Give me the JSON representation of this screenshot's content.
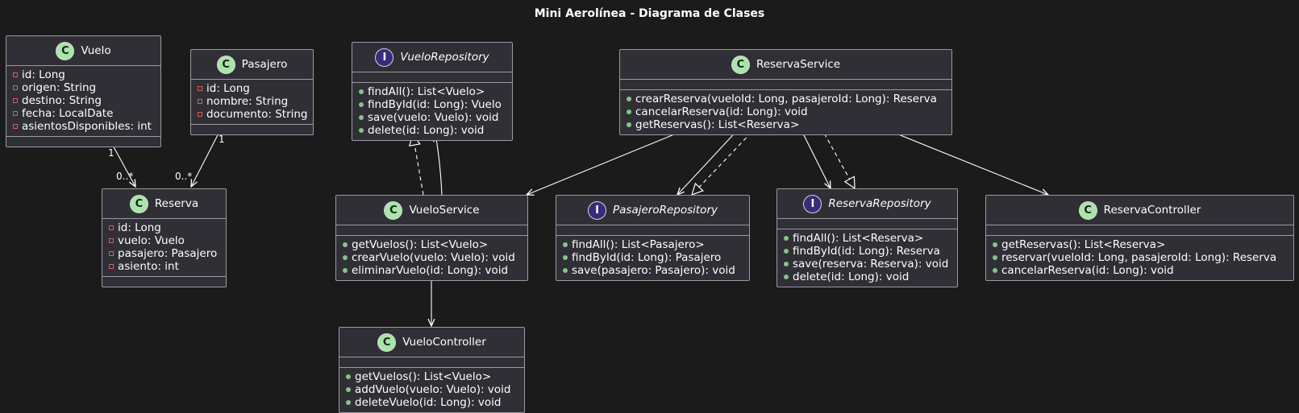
{
  "title": "Mini Aerolínea - Diagrama de Clases",
  "classes": {
    "vuelo": {
      "name": "Vuelo",
      "kind": "class",
      "fields": [
        "id: Long",
        "origen: String",
        "destino: String",
        "fecha: LocalDate",
        "asientosDisponibles: int"
      ],
      "methods": []
    },
    "pasajero": {
      "name": "Pasajero",
      "kind": "class",
      "fields": [
        "id: Long",
        "nombre: String",
        "documento: String"
      ],
      "methods": []
    },
    "reserva": {
      "name": "Reserva",
      "kind": "class",
      "fields": [
        "id: Long",
        "vuelo: Vuelo",
        "pasajero: Pasajero",
        "asiento: int"
      ],
      "methods": []
    },
    "vueloRepository": {
      "name": "VueloRepository",
      "kind": "interface",
      "fields": [],
      "methods": [
        "findAll(): List<Vuelo>",
        "findById(id: Long): Vuelo",
        "save(vuelo: Vuelo): void",
        "delete(id: Long): void"
      ]
    },
    "reservaService": {
      "name": "ReservaService",
      "kind": "class",
      "fields": [],
      "methods": [
        "crearReserva(vueloId: Long, pasajeroId: Long): Reserva",
        "cancelarReserva(id: Long): void",
        "getReservas(): List<Reserva>"
      ]
    },
    "vueloService": {
      "name": "VueloService",
      "kind": "class",
      "fields": [],
      "methods": [
        "getVuelos(): List<Vuelo>",
        "crearVuelo(vuelo: Vuelo): void",
        "eliminarVuelo(id: Long): void"
      ]
    },
    "pasajeroRepository": {
      "name": "PasajeroRepository",
      "kind": "interface",
      "fields": [],
      "methods": [
        "findAll(): List<Pasajero>",
        "findById(id: Long): Pasajero",
        "save(pasajero: Pasajero): void"
      ]
    },
    "reservaRepository": {
      "name": "ReservaRepository",
      "kind": "interface",
      "fields": [],
      "methods": [
        "findAll(): List<Reserva>",
        "findById(id: Long): Reserva",
        "save(reserva: Reserva): void",
        "delete(id: Long): void"
      ]
    },
    "reservaController": {
      "name": "ReservaController",
      "kind": "class",
      "fields": [],
      "methods": [
        "getReservas(): List<Reserva>",
        "reservar(vueloId: Long, pasajeroId: Long): Reserva",
        "cancelarReserva(id: Long): void"
      ]
    },
    "vueloController": {
      "name": "VueloController",
      "kind": "class",
      "fields": [],
      "methods": [
        "getVuelos(): List<Vuelo>",
        "addVuelo(vuelo: Vuelo): void",
        "deleteVuelo(id: Long): void"
      ]
    }
  },
  "relations": [
    {
      "from": "Vuelo",
      "to": "Reserva",
      "type": "association",
      "from_mult": "1",
      "to_mult": "0..*"
    },
    {
      "from": "Pasajero",
      "to": "Reserva",
      "type": "association",
      "from_mult": "1",
      "to_mult": "0..*"
    },
    {
      "from": "VueloService",
      "to": "VueloRepository",
      "type": "realization"
    },
    {
      "from": "VueloService",
      "to": "VueloRepository",
      "type": "dependency"
    },
    {
      "from": "VueloService",
      "to": "VueloController",
      "type": "dependency"
    },
    {
      "from": "ReservaService",
      "to": "VueloService",
      "type": "dependency"
    },
    {
      "from": "ReservaService",
      "to": "PasajeroRepository",
      "type": "dependency"
    },
    {
      "from": "ReservaService",
      "to": "PasajeroRepository",
      "type": "realization"
    },
    {
      "from": "ReservaService",
      "to": "ReservaRepository",
      "type": "dependency"
    },
    {
      "from": "ReservaService",
      "to": "ReservaRepository",
      "type": "realization"
    },
    {
      "from": "ReservaService",
      "to": "ReservaController",
      "type": "dependency"
    }
  ],
  "colors": {
    "background": "#1b1b1c",
    "box": "#2f2f35",
    "border": "#9a9aa3",
    "class_badge": "#a8e6a8",
    "interface_badge": "#3b2a7a",
    "public_marker": "#84c58a",
    "private_marker": "#e05a5a",
    "edge": "#ffffff"
  }
}
